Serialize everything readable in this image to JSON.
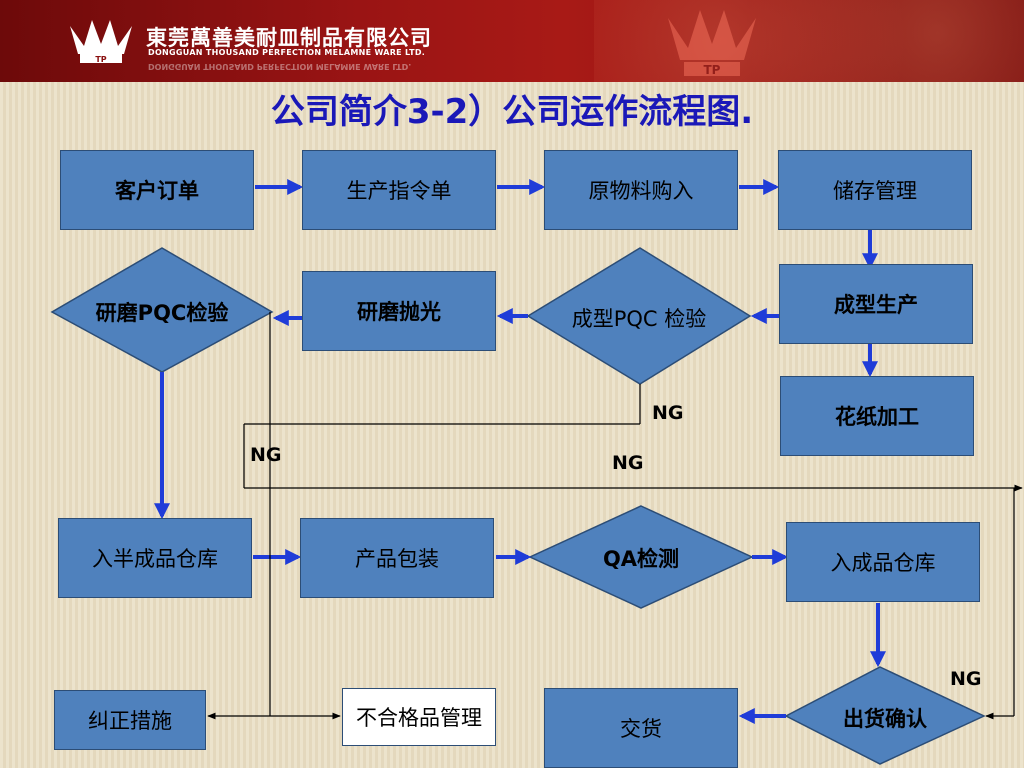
{
  "header": {
    "company_name_cn": "東莞萬善美耐皿制品有限公司",
    "company_name_en": "DONGGUAN THOUSAND PERFECTION MELAMNE WARE LTD.",
    "logo_text": "TP"
  },
  "page_title": "公司简介3-2）公司运作流程图.",
  "flow": {
    "customer_order": "客户订单",
    "production_instruction": "生产指令单",
    "material_purchase": "原物料购入",
    "storage_management": "储存管理",
    "molding_production": "成型生产",
    "decal_processing": "花纸加工",
    "molding_pqc": "成型PQC 检验",
    "polishing": "研磨抛光",
    "polishing_pqc": "研磨PQC检验",
    "semi_finished_warehouse": "入半成品仓库",
    "packaging": "产品包装",
    "qa_inspection": "QA检测",
    "finished_warehouse": "入成品仓库",
    "shipment_confirm": "出货确认",
    "delivery": "交货",
    "corrective_action": "纠正措施",
    "nonconforming_mgmt": "不合格品管理"
  },
  "ng_labels": [
    "NG",
    "NG",
    "NG",
    "NG"
  ],
  "colors": {
    "box_fill": "#4f81bd",
    "box_border": "#2c4d76",
    "arrow": "#1f3cd8",
    "header_red": "#9a1414",
    "title": "#1a18b8"
  }
}
